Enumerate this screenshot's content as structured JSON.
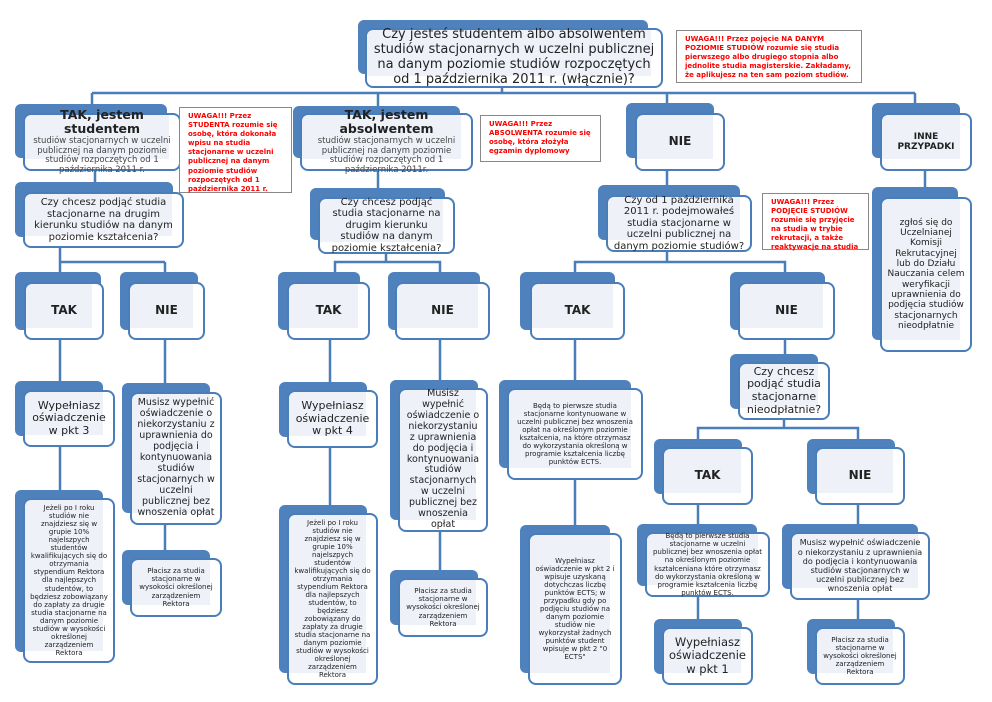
{
  "root": {
    "question": "Czy jesteś studentem albo absolwentem studiów stacjonarnych w uczelni publicznej na danym poziomie studiów rozpoczętych od 1 października 2011 r. (włącznie)?"
  },
  "notes": {
    "poziom": "UWAGA!!! Przez pojęcie NA DANYM POZIOMIE STUDIÓW rozumie się studia pierwszego albo drugiego stopnia albo jednolite studia magisterskie. Zakładamy, że aplikujesz na ten sam poziom studiów.",
    "student": "UWAGA!!! Przez STUDENTA rozumie się osobę, która dokonała wpisu na studia stacjonarne w uczelni publicznej na danym poziomie studiów rozpoczętych od 1 października 2011 r.",
    "absolwent": "UWAGA!!! Przez ABSOLWENTA rozumie się osobę, która złożyła egzamin dyplomowy",
    "podjecie": "UWAGA!!! Przez PODJĘCIE STUDIÓW rozumie się przyjęcie na studia w trybie rekrutacji, a także reaktywacje na studia"
  },
  "branches": {
    "student": {
      "title": "TAK, jestem studentem",
      "subtitle": "studiów stacjonarnych w uczelni publicznej na danym poziomie studiów rozpoczętych od 1 października 2011 r."
    },
    "absolwent": {
      "title": "TAK, jestem absolwentem",
      "subtitle": "studiów stacjonarnych w uczelni publicznej na danym poziomie studiów rozpoczętych od 1 października 2011r."
    },
    "nie": {
      "title": "NIE"
    },
    "inne": {
      "title": "INNE PRZYPADKI",
      "text": "zgłoś się do Uczelnianej Komisji Rekrutacyjnej lub do Działu Nauczania celem weryfikacji uprawnienia do podjęcia studiów stacjonarnych nieodpłatnie"
    }
  },
  "student_path": {
    "question": "Czy chcesz podjąć studia stacjonarne na drugim kierunku studiów na danym poziomie kształcenia?",
    "yes": "TAK",
    "no": "NIE",
    "yes_step": "Wypełniasz oświadczenie w pkt 3",
    "yes_info": "Jeżeli po I roku studiów nie znajdziesz się w grupie 10% najelszpych studentów kwalifikujących się do otrzymania stypendium Rektora dla najlepszych studentów, to będziesz zobowiązany do zapłaty za drugie studia stacjonarne na danym poziomie studiów w wysokości określonej zarządzeniem Rektora",
    "no_step": "Musisz wypełnić oświadczenie o niekorzystaniu z uprawnienia do podjęcia i kontynuowania studiów stacjonarnych w uczelni publicznej bez wnoszenia opłat",
    "no_info": "Płacisz za studia stacjonarne w wysokości określonej zarządzeniem Rektora"
  },
  "absolwent_path": {
    "question": "Czy chcesz podjąć studia stacjonarne na drugim kierunku studiów na danym poziomie kształcenia?",
    "yes": "TAK",
    "no": "NIE",
    "yes_step": "Wypełniasz oświadczenie w pkt 4",
    "yes_info": "Jeżeli po I roku studiów nie znajdziesz się w grupie 10% najelszpych studentów kwalifikujących się do otrzymania stypendium Rektora dla najlepszych studentów, to będziesz zobowiązany do zapłaty za drugie studia stacjonarne na danym poziomie studiów w wysokości określonej zarządzeniem Rektora",
    "no_step": "Musisz wypełnić oświadczenie o niekorzystaniu z uprawnienia do podjęcia i kontynuowania studiów stacjonarnych w uczelni publicznej bez wnoszenia opłat",
    "no_info": "Płacisz za studia stacjonarne w wysokości określonej zarządzeniem Rektora"
  },
  "nie_path": {
    "question": "Czy od 1 października 2011 r. podejmowałeś studia stacjonarne w uczelni publicznej na danym poziomie studiów?",
    "yes": "TAK",
    "no": "NIE",
    "yes_info": "Będą to pierwsze studia stacjonarne kontynuowane w uczelni publicznej bez wnoszenia opłat na określonym poziomie kształcenia, na które otrzymasz do wykorzystania określoną w programie kształcenia liczbę punktów ECTS.",
    "yes_step": "Wypełniasz oświadczenie w pkt 2 i wpisuje uzyskaną dotychczas liczbę punktów ECTS; w przypadku gdy po podjęciu studiów na danym poziomie studiów nie wykorzystał żadnych punktów student wpisuje w pkt 2 \"0 ECTS\"",
    "no_question": "Czy chcesz podjąć studia stacjonarne nieodpłatnie?",
    "no_yes": "TAK",
    "no_no": "NIE",
    "no_yes_info": "Będą to pierwsze studia stacjonarne w uczelni publicznej bez wnoszenia opłat na określonym poziomie kształceniana które otrzymasz do wykorzystania określoną w programie kształcenia liczbę punktów ECTS.",
    "no_yes_step": "Wypełniasz oświadczenie w pkt 1",
    "no_no_step": "Musisz wypełnić oświadczenie o niekorzystaniu z uprawnienia do podjęcia i kontynuowania studiów stacjonarnych w uczelni publicznej bez wnoszenia opłat",
    "no_no_info": "Płacisz za studia stacjonarne w wysokości określonej zarządzeniem Rektora"
  },
  "colors": {
    "box_border": "#4a7ebb",
    "box_back": "#4f81bd",
    "note_text": "#ff0000"
  }
}
